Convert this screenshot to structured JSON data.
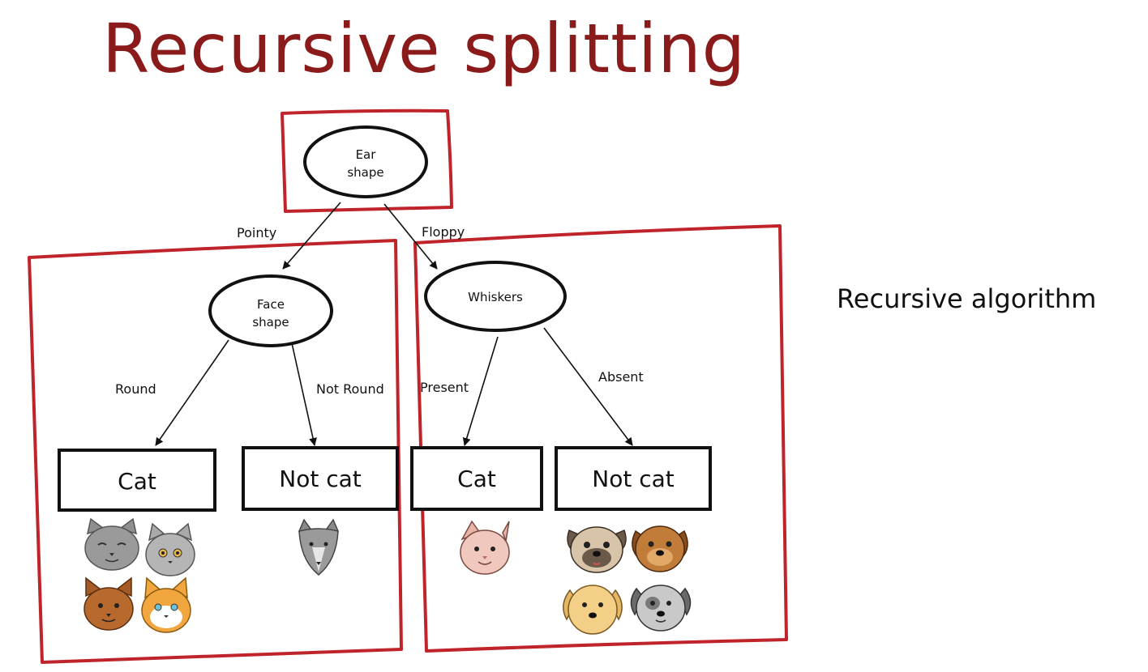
{
  "slide": {
    "title": "Recursive splitting",
    "side_note": "Recursive algorithm"
  },
  "tree": {
    "root": {
      "label_line1": "Ear",
      "label_line2": "shape"
    },
    "root_edges": {
      "left": "Pointy",
      "right": "Floppy"
    },
    "left_node": {
      "label_line1": "Face",
      "label_line2": "shape"
    },
    "left_edges": {
      "left": "Round",
      "right": "Not Round"
    },
    "right_node": {
      "label": "Whiskers"
    },
    "right_edges": {
      "left": "Present",
      "right": "Absent"
    },
    "leaves": {
      "leaf1": "Cat",
      "leaf2": "Not cat",
      "leaf3": "Cat",
      "leaf4": "Not cat"
    }
  },
  "colors": {
    "title": "#8b1a1a",
    "highlight_box": "#c0242b",
    "gray_cat": "#9a9a9a",
    "brown_cat": "#b86a2e",
    "orange_cat": "#f2a640",
    "pink_cat": "#f0c8bd",
    "pug_dog": "#d8c4a8",
    "brown_dog": "#c17c3a",
    "tan_dog": "#f4cf87",
    "gray_dog": "#c9c9c9"
  },
  "icons": [
    "gray-cat-icon",
    "gray-cat-icon",
    "brown-cat-icon",
    "orange-cat-icon",
    "gray-cat-icon",
    "pink-cat-icon",
    "pug-dog-icon",
    "brown-dog-icon",
    "tan-dog-icon",
    "gray-dog-icon"
  ]
}
